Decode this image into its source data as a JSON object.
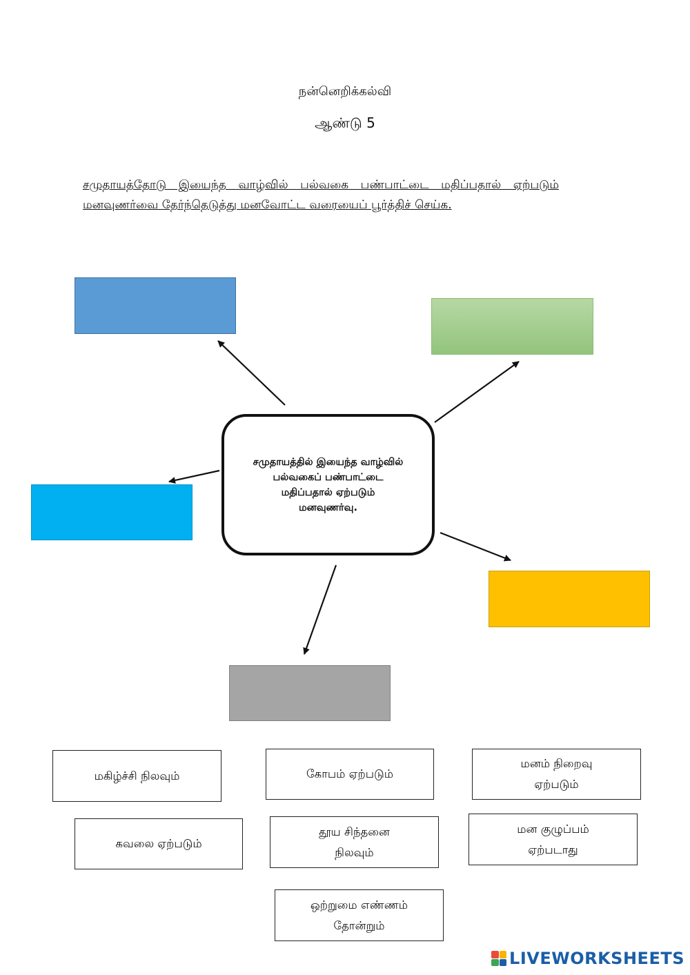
{
  "header": {
    "subject": "நன்னெறிக்கல்வி",
    "year": "ஆண்டு 5"
  },
  "instruction": "சமுதாயத்தோடு இயைந்த வாழ்வில் பல்வகை பண்பாட்டை மதிப்பதால் ஏற்படும் மனவுணர்வை தேர்ந்தெடுத்து மனவோட்ட வரையைப் பூர்த்திச் செய்க.",
  "mind_map": {
    "center": "சமுதாயத்தில் இயைந்த வாழ்வில் பல்வகைப் பண்பாட்டை மதிப்பதால் ஏற்படும் மனவுணர்வு.",
    "slot_colors": {
      "blue": "#5b9bd5",
      "green": "#a9d18e",
      "cyan": "#00b0f0",
      "gold": "#ffc000",
      "gray": "#a5a5a5"
    }
  },
  "options": [
    {
      "lines": [
        "மகிழ்ச்சி நிலவும்"
      ]
    },
    {
      "lines": [
        "கோபம் ஏற்படும்"
      ]
    },
    {
      "lines": [
        "மனம் நிறைவு",
        "ஏற்படும்"
      ]
    },
    {
      "lines": [
        "கவலை ஏற்படும்"
      ]
    },
    {
      "lines": [
        "தூய சிந்தனை",
        "நிலவும்"
      ]
    },
    {
      "lines": [
        "மன குழுப்பம்",
        "ஏற்படாது"
      ]
    },
    {
      "lines": [
        "ஒற்றுமை எண்ணம்",
        "தோன்றும்"
      ]
    }
  ],
  "branding": {
    "logo_text": "LIVEWORKSHEETS",
    "logo_icon": "liveworksheets-logo-icon"
  }
}
